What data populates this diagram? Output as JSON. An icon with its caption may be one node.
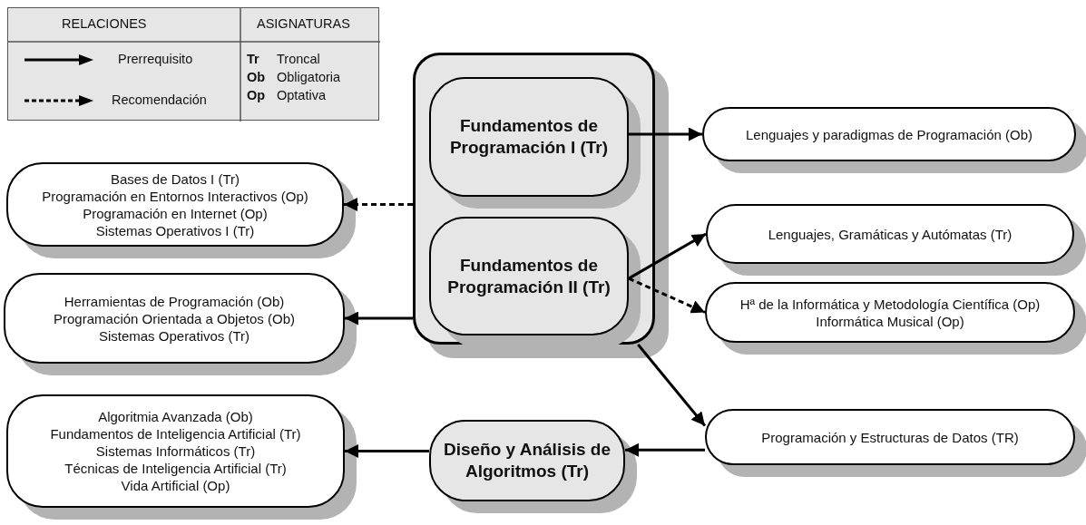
{
  "diagram": {
    "nodes": [
      {
        "text": [],
        "shape": "box"
      },
      {
        "text": [
          "Fundamentos de Programación I (Tr)"
        ],
        "in": 0
      },
      {
        "text": [
          "Fundamentos de Programación II (Tr)"
        ],
        "in": 0
      },
      {
        "text": [
          "Lenguajes y paradigmas de Programación (Ob)"
        ]
      },
      {
        "text": [
          "Bases de Datos I (Tr)",
          "Programación en Entornos Interactivos (Op)",
          "Programación en Internet (Op)",
          "Sistemas Operativos I (Tr)"
        ]
      },
      {
        "text": [
          "Herramientas de Programación (Ob)",
          "Programación Orientada a Objetos (Ob)",
          "Sistemas Operativos (Tr)"
        ]
      },
      {
        "text": [
          "Lenguajes, Gramáticas y Autómatas (Tr)"
        ]
      },
      {
        "text": [
          "Hª de la Informática y Metodología Científica (Op)",
          "Informática Musical (Op)"
        ]
      },
      {
        "text": [
          "Diseño y Análisis de Algoritmos (Tr)"
        ]
      },
      {
        "text": [
          "Programación y Estructuras de Datos (TR)"
        ]
      },
      {
        "text": [
          "Algoritmia Avanzada (Ob)",
          "Fundamentos de Inteligencia Artificial (Tr)",
          "Sistemas Informáticos (Tr)",
          "Técnicas de Inteligencia Artificial (Tr)",
          "Vida Artificial (Op)"
        ]
      }
    ],
    "edges": [
      {
        "from": 1,
        "to": 3,
        "arrow": "to"
      },
      {
        "from": 0,
        "to": 4,
        "arrow": "to",
        "style": "dashed"
      },
      {
        "from": 0,
        "to": 5,
        "arrow": "to"
      },
      {
        "from": 2,
        "to": 6,
        "arrow": "to"
      },
      {
        "from": 2,
        "to": 7,
        "arrow": "to",
        "style": "dashed"
      },
      {
        "from": 0,
        "to": 9,
        "arrow": "to"
      },
      {
        "from": 9,
        "to": 8,
        "arrow": "to"
      },
      {
        "from": 8,
        "to": 10,
        "arrow": "to"
      }
    ],
    "labels": [
      "RELACIONES",
      "ASIGNATURAS",
      "Tr",
      "Troncal",
      "Ob",
      "Obligatoria",
      "Op",
      "Optativa"
    ],
    "legend": [
      {
        "text": "Prerrequisito"
      },
      {
        "text": "Recomendación"
      }
    ]
  }
}
